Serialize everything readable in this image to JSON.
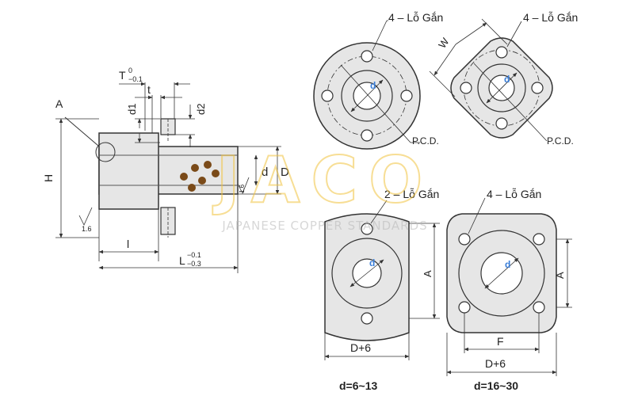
{
  "watermark": {
    "brand": "JACO",
    "tagline": "JAPANESE COPPER STANDARDS"
  },
  "side_view": {
    "label_T": "T",
    "label_T_upper": "0",
    "label_T_lower": "−0.1",
    "label_t": "t",
    "label_d1": "d1",
    "label_d2": "d2",
    "label_A": "A",
    "label_H": "H",
    "label_d": "d",
    "label_D": "D",
    "label_l": "l",
    "label_L": "L",
    "label_L_upper": "−0.1",
    "label_L_lower": "−0.3",
    "roughness_1": "1.6",
    "roughness_2": "1.6"
  },
  "views": {
    "round": {
      "hole_label": "4 – Lỗ Gắn",
      "pcd": "P.C.D.",
      "bore": "d"
    },
    "square": {
      "hole_label": "4 – Lỗ Gắn",
      "pcd": "P.C.D.",
      "width": "W",
      "bore": "d"
    },
    "small_rect": {
      "hole_label": "2 – Lỗ Gắn",
      "bore": "d",
      "height_label": "A",
      "width_label": "D+6",
      "range": "d=6~13"
    },
    "large_rect": {
      "hole_label": "4 – Lỗ Gắn",
      "bore": "d",
      "height_label": "A",
      "spacing_label": "F",
      "width_label": "D+6",
      "range": "d=16~30"
    }
  },
  "colors": {
    "line": "#333333",
    "fill": "#e6e6e6",
    "bore_fill": "#ffffff",
    "accent": "#3b7fd9",
    "plug": "#7a4a18",
    "watermark": "#f2c440"
  }
}
